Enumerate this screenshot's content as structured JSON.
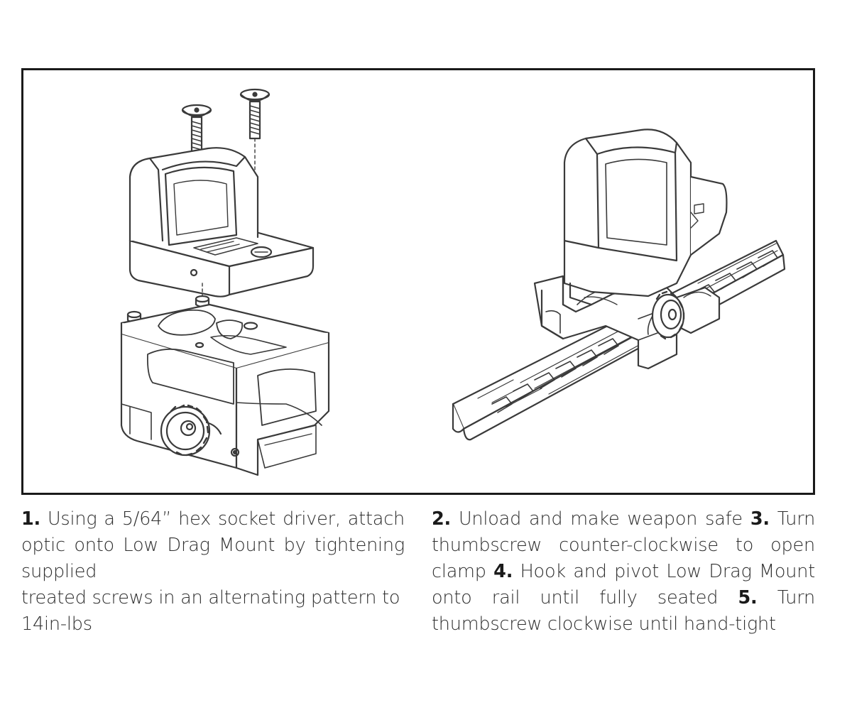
{
  "diagram": {
    "left_figure": {
      "subject": "optic-exploded-above-low-drag-mount"
    },
    "right_figure": {
      "subject": "assembled-optic-and-mount-on-rail"
    }
  },
  "instructions": {
    "left": {
      "step1_num": "1.",
      "step1_text_a": "Using a 5/64” hex socket driver, attach optic onto Low Drag Mount by tightening supplied",
      "step1_text_b": "treated screws in an alternating pattern to 14in-lbs"
    },
    "right": {
      "step2_num": "2.",
      "step2_text": "Unload and make weapon safe",
      "step3_num": "3.",
      "step3_text": "Turn thumbscrew counter-clockwise to open clamp",
      "step4_num": "4.",
      "step4_text": "Hook and pivot Low Drag Mount onto rail until fully seated",
      "step5_num": "5.",
      "step5_text": "Turn thumbscrew clockwise until hand-tight"
    }
  }
}
